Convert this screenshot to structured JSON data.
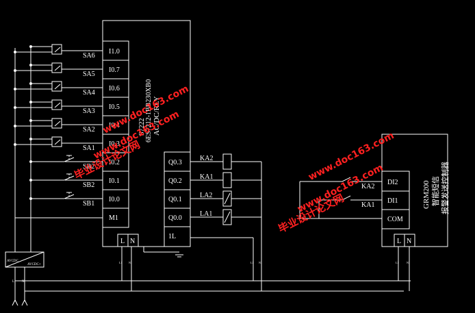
{
  "plc": {
    "model_line1": "S7222",
    "model_line2": "6ES7212-1BB230XB0",
    "model_line3": "AC/DC/RLY",
    "inputs": [
      "I1.0",
      "I0.7",
      "I0.6",
      "I0.5",
      "I0.4",
      "I0.3",
      "I0.2",
      "I0.1",
      "I0.0",
      "M1"
    ],
    "outputs": [
      "Q0.3",
      "Q0.2",
      "Q0.1",
      "Q0.0",
      "1L"
    ],
    "power_terminals": [
      "L",
      "N"
    ]
  },
  "switches": [
    "SA6",
    "SA5",
    "SA4",
    "SA3",
    "SA2",
    "SA1",
    "SB2",
    "SB2",
    "SB1"
  ],
  "loads": [
    "KA2",
    "KA1",
    "LA2",
    "LA1"
  ],
  "psu": {
    "label_in": "AVCDC",
    "label_out": "AVCDC+",
    "wire_labels": [
      "L",
      "N"
    ]
  },
  "supply_wire_labels": [
    "L1",
    "N1"
  ],
  "grm": {
    "name": "GRM200",
    "desc1": "智能短信",
    "desc2": "报警发送控制器",
    "terminals": [
      "DI2",
      "DI1",
      "COM"
    ],
    "contacts": [
      "KA2",
      "KA1"
    ],
    "power_terminals": [
      "L",
      "N"
    ]
  },
  "watermarks": [
    {
      "line1": "毕业设计论文网",
      "line2": "www.doc163.com"
    },
    {
      "line1": "毕业设计论文网",
      "line2": "www.doc163.com"
    }
  ],
  "colors": {
    "wire": "#ffffff",
    "background": "#000000",
    "watermark": "#ff2020"
  }
}
